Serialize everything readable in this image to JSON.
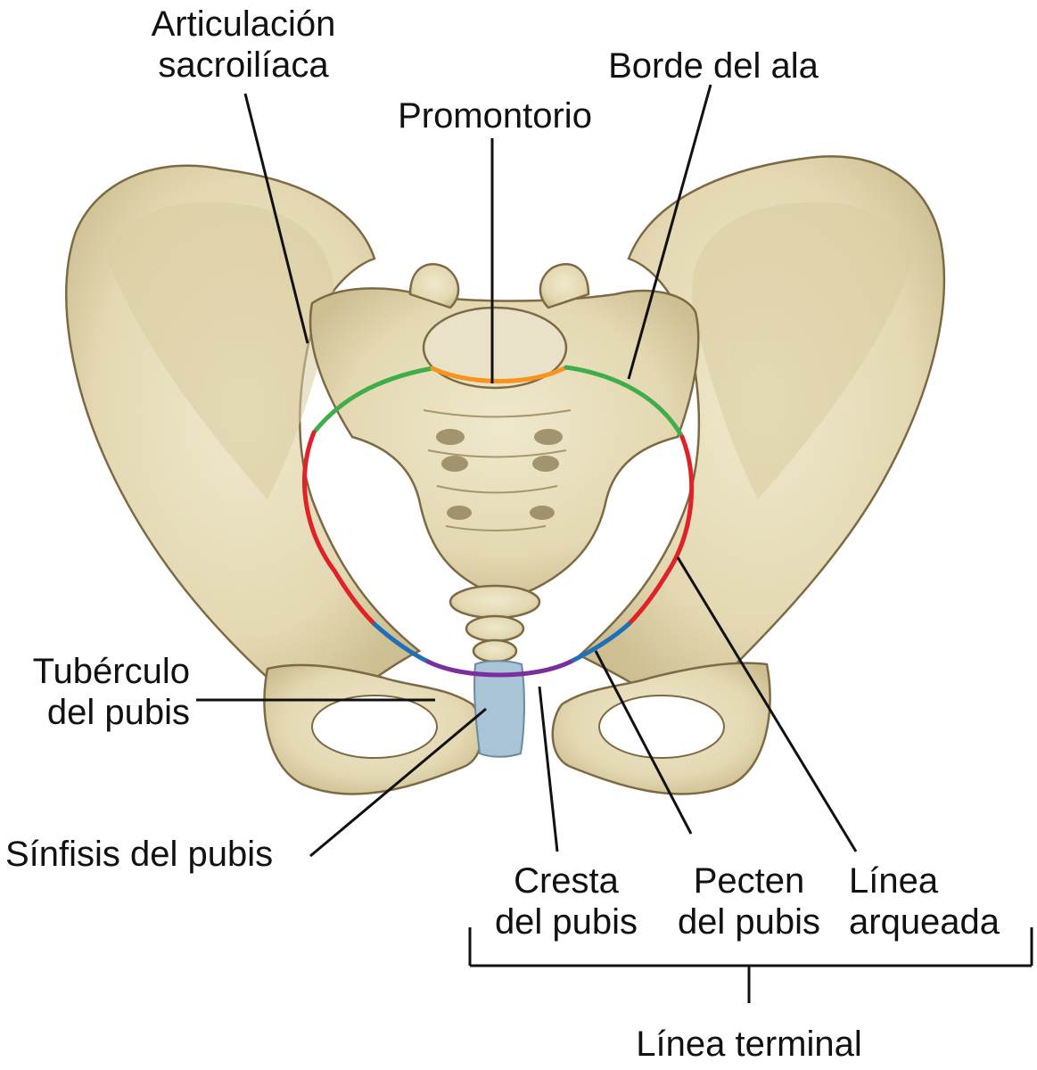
{
  "labels": {
    "articulacion": [
      "Articulación",
      "sacroilíaca"
    ],
    "promontorio": "Promontorio",
    "borde_ala": "Borde del ala",
    "tuberculo": [
      "Tubérculo",
      "del pubis"
    ],
    "sinfisis": "Sínfisis del pubis",
    "cresta": [
      "Cresta",
      "del pubis"
    ],
    "pecten": [
      "Pecten",
      "del pubis"
    ],
    "linea_arqueada": [
      "Línea",
      "arqueada"
    ],
    "linea_terminal": "Línea terminal"
  },
  "colors": {
    "bone": "#e8dfbd",
    "bone_shadow": "#c9bb8c",
    "bone_outline": "#7d6a45",
    "promontory_segment": "#f7941d",
    "ala_segment": "#3fae49",
    "arcuate_segment": "#e02128",
    "pecten_segment": "#1f6fb9",
    "crest_segment": "#7b2f9e",
    "symphysis": "#a8c4d6",
    "leader_line": "#111111"
  }
}
